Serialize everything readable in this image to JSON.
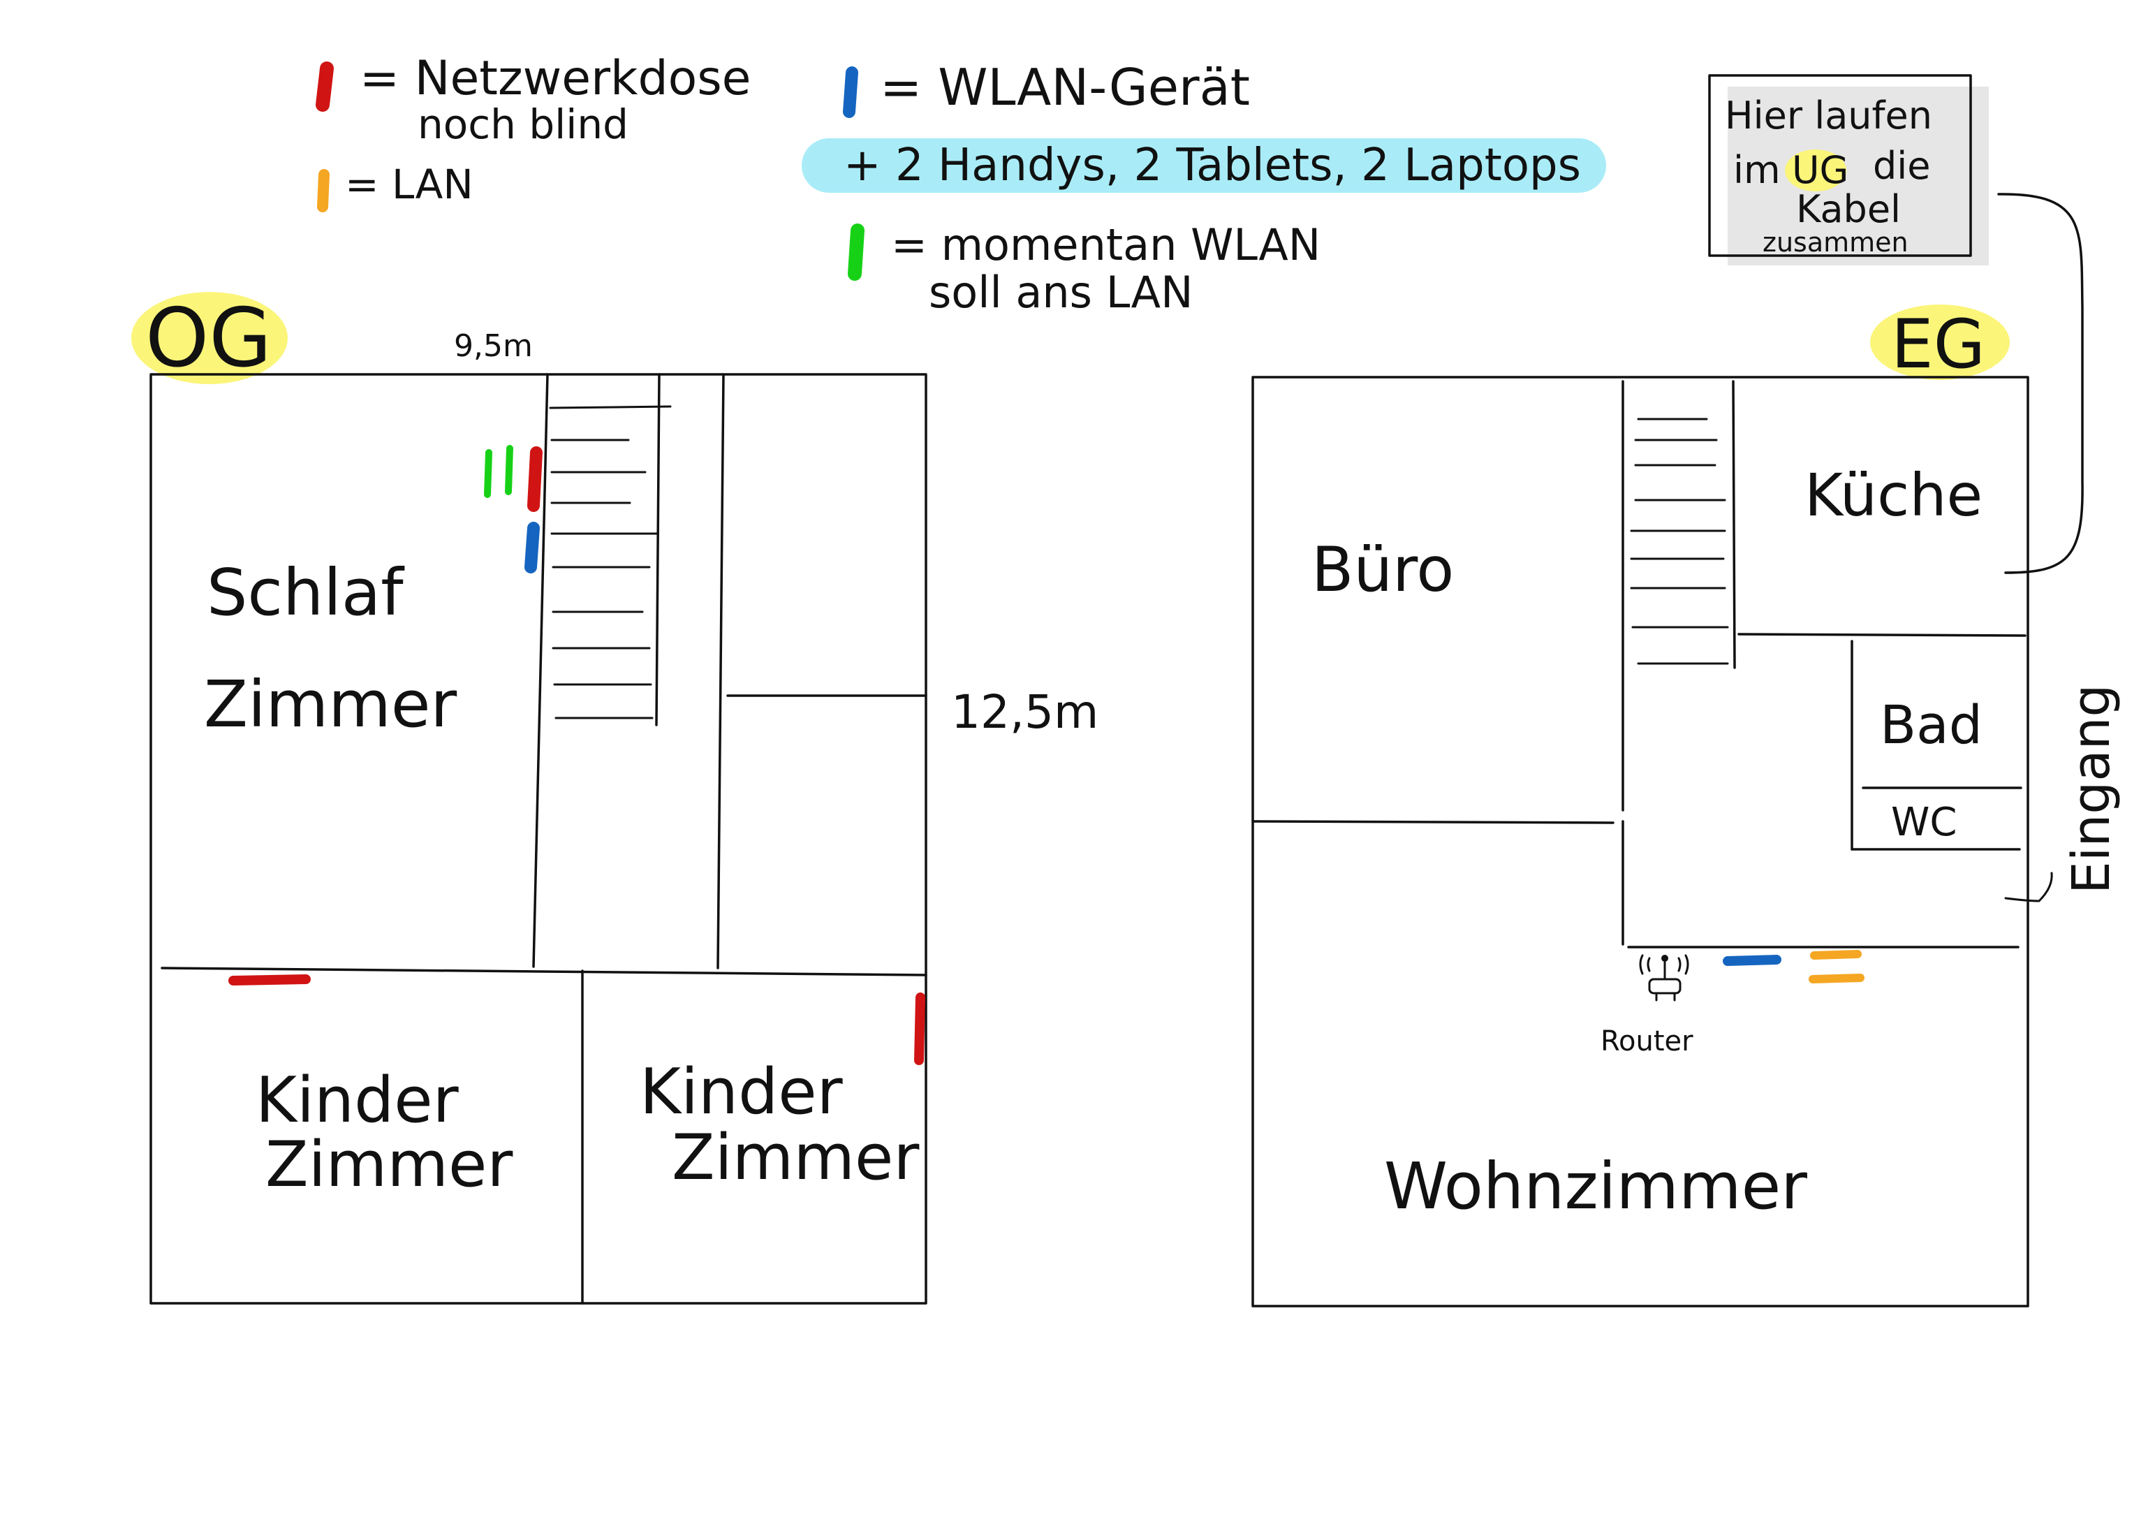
{
  "legend": {
    "red_label": "= Netzwerkdose",
    "red_sub": "noch blind",
    "orange_label": "= LAN",
    "blue_label": "= WLAN-Gerät",
    "highlight_note": "+ 2 Handys, 2 Tablets, 2 Laptops",
    "green_label": "= momentan WLAN",
    "green_sub": "soll ans LAN"
  },
  "colors": {
    "red": "#d01414",
    "orange": "#f5a623",
    "blue": "#1565c0",
    "green": "#17d117",
    "yellow_highlight": "#fbf57a",
    "cyan_highlight": "#a9ecf7"
  },
  "og": {
    "title": "OG",
    "width_label": "9,5m",
    "height_label": "12,5m",
    "rooms": {
      "schlaf_1": "Schlaf",
      "schlaf_2": "Zimmer",
      "kinder1_1": "Kinder",
      "kinder1_2": "Zimmer",
      "kinder2_1": "Kinder",
      "kinder2_2": "Zimmer"
    }
  },
  "eg": {
    "title": "EG",
    "rooms": {
      "buero": "Büro",
      "kueche": "Küche",
      "bad": "Bad",
      "wc": "WC",
      "wohn": "Wohnzimmer",
      "eingang": "Eingang"
    },
    "router_label": "Router"
  },
  "note": {
    "line1": "Hier laufen",
    "line2_a": "im",
    "line2_ug": "UG",
    "line2_b": "die",
    "line3": "Kabel",
    "line4": "zusammen"
  }
}
